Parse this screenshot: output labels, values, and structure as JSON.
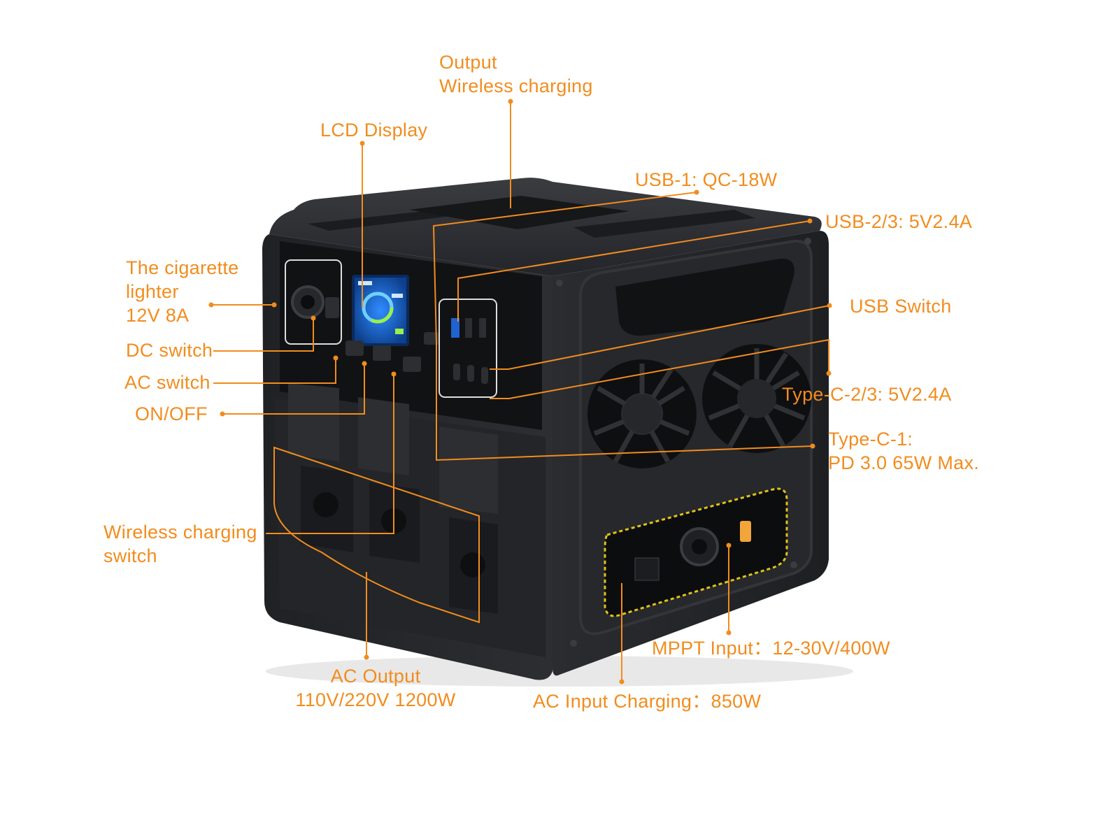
{
  "colors": {
    "accent": "#f28c1e",
    "device_body": "#2b2d30",
    "panel": "#141516",
    "lcd": "#1a6fd6"
  },
  "labels": {
    "output_wireless": {
      "line1": "Output",
      "line2": "Wireless charging"
    },
    "lcd_display": "LCD Display",
    "usb1": "USB-1: QC-18W",
    "usb23": "USB-2/3: 5V2.4A",
    "cigarette": {
      "line1": "The cigarette",
      "line2": "lighter",
      "line3": "12V 8A"
    },
    "usb_switch": "USB Switch",
    "dc_switch": "DC switch",
    "ac_switch": "AC switch",
    "type_c_23": "Type-C-2/3: 5V2.4A",
    "on_off": "ON/OFF",
    "type_c_1": {
      "line1": "Type-C-1:",
      "line2": "PD 3.0 65W Max."
    },
    "wireless_switch": {
      "line1": "Wireless charging",
      "line2": "switch"
    },
    "mppt_input": "MPPT Input：12-30V/400W",
    "ac_output": {
      "line1": "AC Output",
      "line2": "110V/220V 1200W"
    },
    "ac_input": "AC Input Charging：850W"
  },
  "icons": [
    "cigarette-socket-icon",
    "lcd-screen-icon",
    "usb-port-icon",
    "type-c-port-icon",
    "ac-outlet-icon",
    "cooling-fan-icon",
    "power-button-icon"
  ]
}
